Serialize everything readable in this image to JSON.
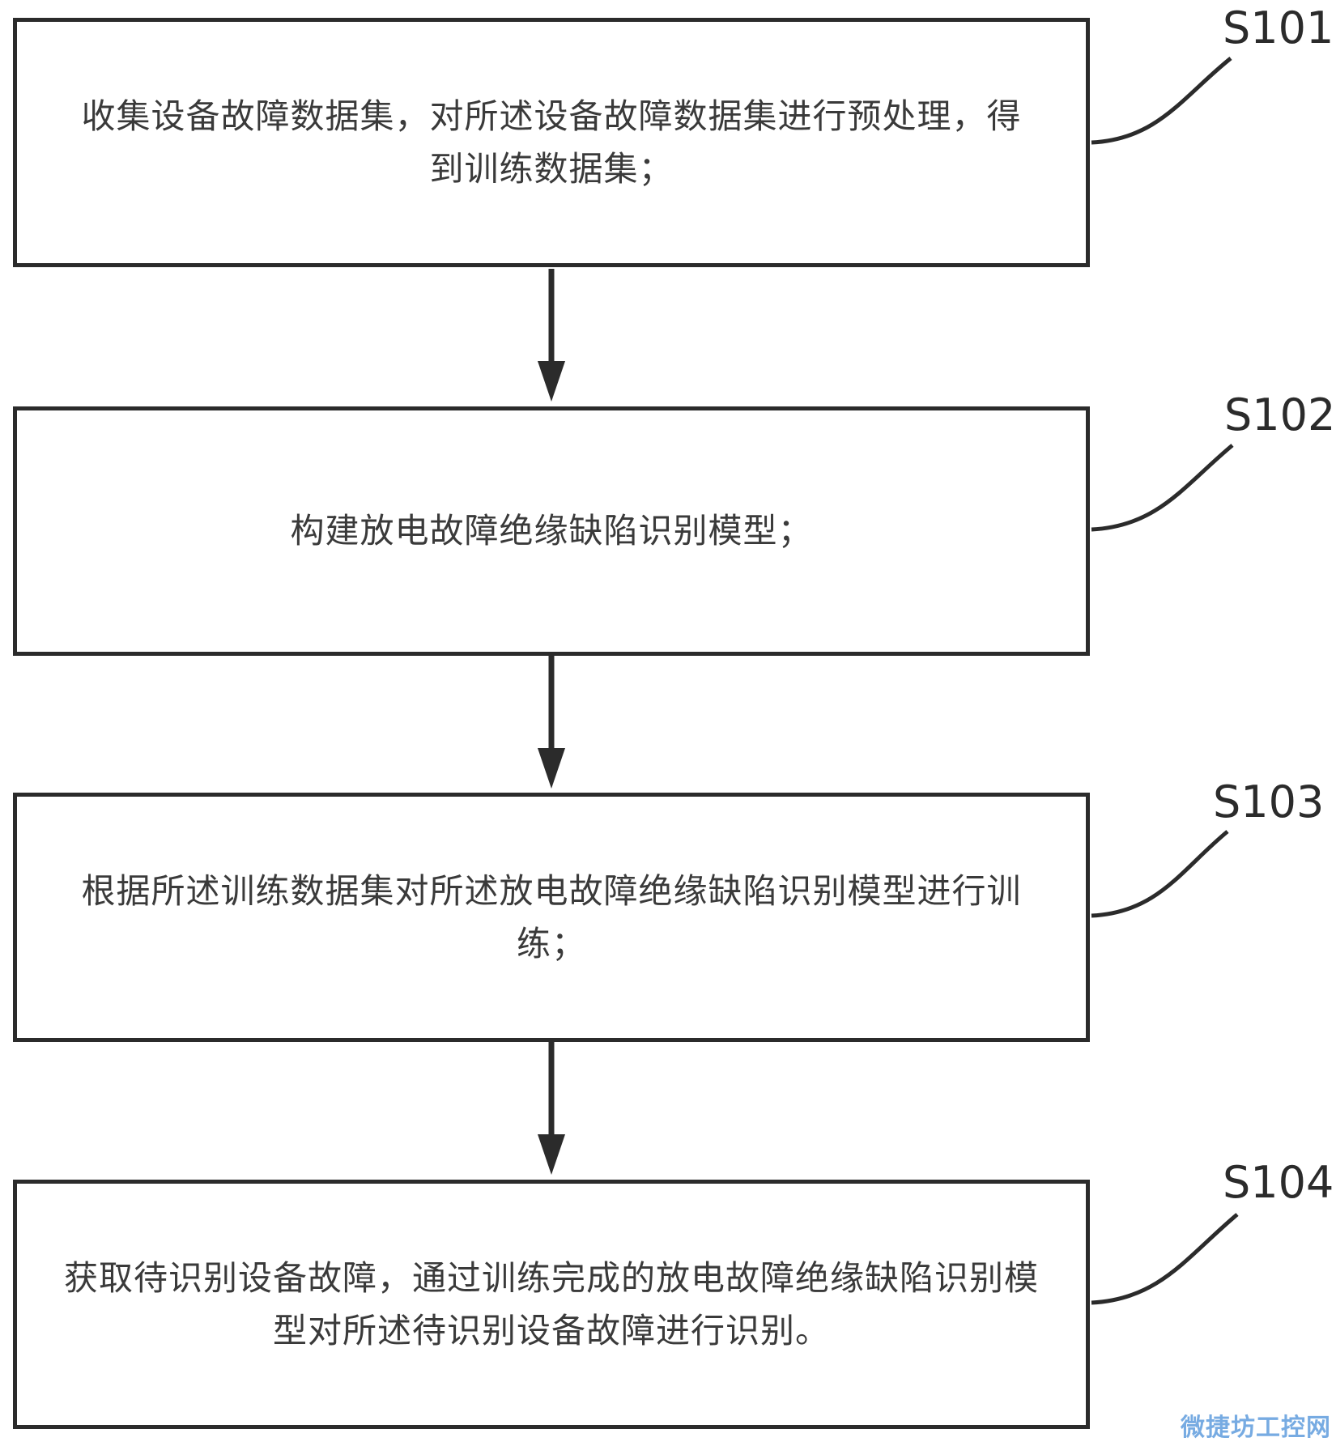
{
  "steps": [
    {
      "label": "S101",
      "text": "收集设备故障数据集，对所述设备故障数据集进行预处理，得到训练数据集；"
    },
    {
      "label": "S102",
      "text": "构建放电故障绝缘缺陷识别模型；"
    },
    {
      "label": "S103",
      "text": "根据所述训练数据集对所述放电故障绝缘缺陷识别模型进行训练；"
    },
    {
      "label": "S104",
      "text": "获取待识别设备故障，通过训练完成的放电故障绝缘缺陷识别模型对所述待识别设备故障进行识别。"
    }
  ],
  "watermark": "微捷坊工控网",
  "colors": {
    "stroke": "#2b2b2b",
    "text": "#3a3a3a",
    "watermark": "#4a90d9"
  }
}
